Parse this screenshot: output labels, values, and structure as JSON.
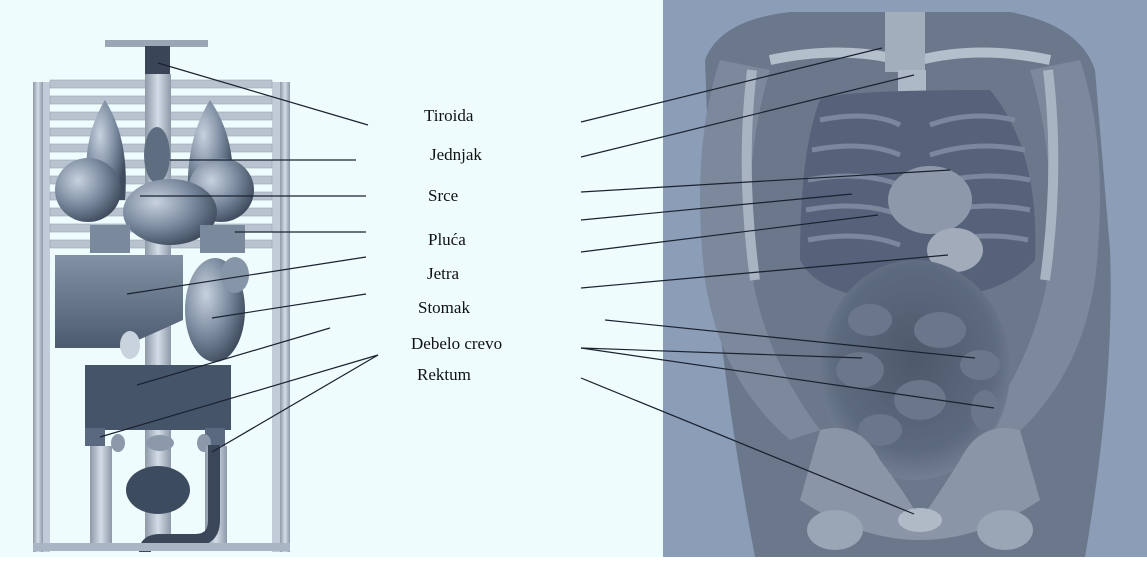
{
  "labels": {
    "thyroid": "Tiroida",
    "esophagus": "Jednjak",
    "heart": "Srce",
    "lungs": "Pluća",
    "liver": "Jetra",
    "stomach": "Stomak",
    "colon": "Debelo crevo",
    "rectum": "Rektum"
  },
  "colors": {
    "background_left": "#eefcfd",
    "model_skeleton": "#b9c4d1",
    "model_organ": "#6f7f94",
    "model_dark": "#3c4b5e",
    "ct_background": "#8c9db8",
    "ct_body": "#586579",
    "leader_line": "#1a2230"
  }
}
